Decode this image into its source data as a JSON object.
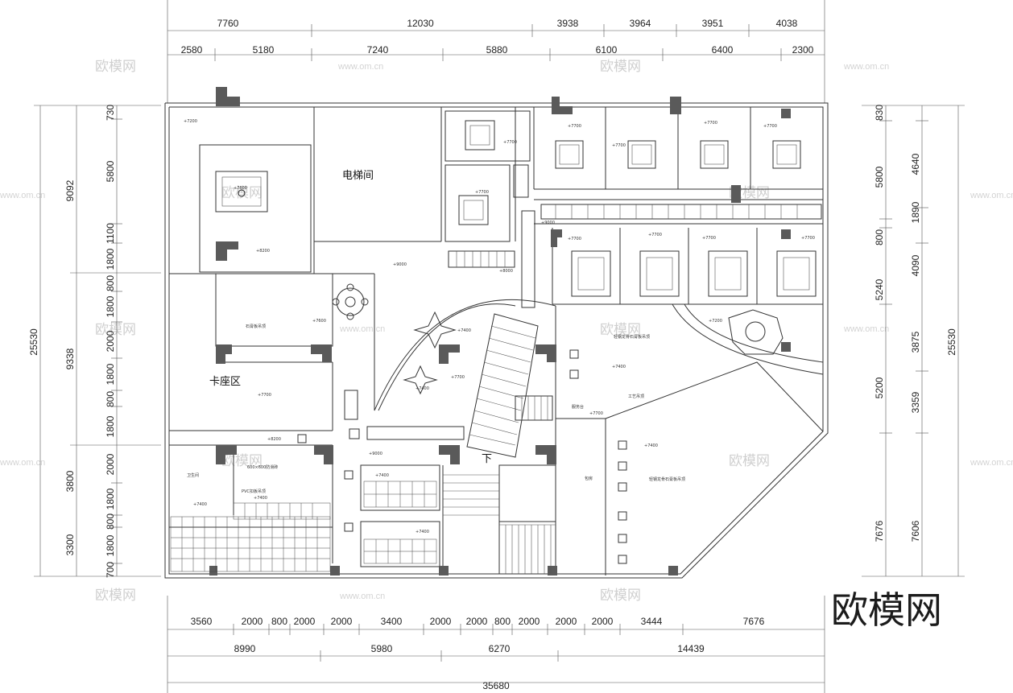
{
  "dimensions": {
    "top_row1": [
      "7760",
      "12030",
      "3938",
      "3964",
      "3951",
      "4038"
    ],
    "top_row2": [
      "2580",
      "5180",
      "7240",
      "5880",
      "6100",
      "6400",
      "2300"
    ],
    "bottom_row1": [
      "3560",
      "2000",
      "800",
      "2000",
      "2000",
      "3400",
      "2000",
      "2000",
      "800",
      "2000",
      "2000",
      "2000",
      "3444",
      "7676"
    ],
    "bottom_row2": [
      "8990",
      "5980",
      "6270",
      "14439"
    ],
    "bottom_total": "35680",
    "left_outer": [
      "9092",
      "9338"
    ],
    "left_total": "25530",
    "left_inner": [
      "730",
      "5800",
      "1100",
      "1800",
      "800",
      "1800",
      "2000",
      "1800",
      "800",
      "1800",
      "2000",
      "3800",
      "1800",
      "800",
      "3300",
      "1800",
      "700"
    ],
    "right_total": "25530",
    "right_inner": [
      "830",
      "4640",
      "5800",
      "1890",
      "800",
      "4090",
      "5240",
      "3875",
      "5200",
      "3359",
      "7676",
      "7606"
    ]
  },
  "rooms": {
    "elevator": "电梯间",
    "booth_area": "卡座区",
    "down_marker": "下"
  },
  "annotations": {
    "a1": "+7200",
    "a2": "+7400",
    "a3": "+7600",
    "a4": "+7700",
    "a5": "+8000",
    "a6": "+8200",
    "a7": "+9000",
    "a8": "600×600防滑砖",
    "a9": "PVC扣板吊顶",
    "a10": "石膏板吊顶",
    "a11": "工艺吊顶",
    "a12": "轻钢龙骨石膏板吊顶",
    "a13": "包房",
    "a14": "卫生间",
    "a15": "服务台"
  },
  "watermark": {
    "text": "欧模网",
    "url": "www.om.cn"
  },
  "brand": "欧模网"
}
